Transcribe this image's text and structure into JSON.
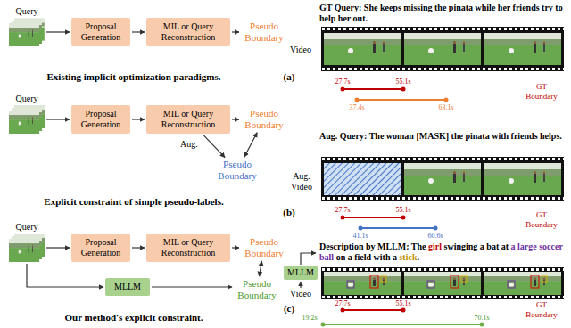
{
  "diagram": {
    "nodes": [
      {
        "text": [
          "Query"
        ]
      },
      {
        "text": [
          "Proposal Generation"
        ]
      },
      {
        "text": [
          "MIL or Query Reconstruction"
        ]
      },
      {
        "text": [
          "Pseudo Boundary"
        ]
      },
      {
        "text": [
          "Query"
        ]
      },
      {
        "text": [
          "Proposal Generation"
        ]
      },
      {
        "text": [
          "MIL or Query Reconstruction"
        ]
      },
      {
        "text": [
          "Pseudo Boundary"
        ]
      },
      {
        "text": [
          "Pseudo Boundary"
        ]
      },
      {
        "text": [
          "Query"
        ]
      },
      {
        "text": [
          "Proposal Generation"
        ]
      },
      {
        "text": [
          "MIL or Query Reconstruction"
        ]
      },
      {
        "text": [
          "Pseudo Boundary"
        ]
      },
      {
        "text": [
          "MLLM"
        ]
      },
      {
        "text": [
          "Pseudo Boundary"
        ]
      },
      {
        "text": [
          "MLLM"
        ]
      }
    ],
    "edges": [
      {
        "from": 0,
        "to": 1,
        "arrow": "to"
      },
      {
        "from": 1,
        "to": 2,
        "arrow": "to"
      },
      {
        "from": 2,
        "to": 3,
        "arrow": "to"
      },
      {
        "from": 4,
        "to": 5,
        "arrow": "to"
      },
      {
        "from": 5,
        "to": 6,
        "arrow": "to"
      },
      {
        "from": 6,
        "to": 7,
        "arrow": "to"
      },
      {
        "from": 6,
        "to": 8,
        "label": "Aug.",
        "arrow": "to"
      },
      {
        "from": 7,
        "to": 8,
        "arrow": "both"
      },
      {
        "from": 9,
        "to": 10,
        "arrow": "to"
      },
      {
        "from": 10,
        "to": 11,
        "arrow": "to"
      },
      {
        "from": 11,
        "to": 12,
        "arrow": "to"
      },
      {
        "from": 9,
        "to": 13,
        "arrow": "to"
      },
      {
        "from": 13,
        "to": 14,
        "arrow": "to"
      },
      {
        "from": 14,
        "to": 12,
        "arrow": "both"
      }
    ],
    "labels": [
      "Existing implicit optimization paradigms.",
      "(a)",
      "Explicit constraint of simple pseudo-labels.",
      "(b)",
      "Our method's explicit constraint.",
      "(c)",
      "GT Query: She keeps missing the pinata while her friends try to help her out.",
      "Video",
      "27.7s",
      "55.1s",
      "37.4s",
      "63.1s",
      "GT Boundary",
      "Aug. Query: The woman [MASK] the pinata with friends helps.",
      "Aug. Video",
      "27.7s",
      "55.1s",
      "41.1s",
      "60.6s",
      "GT Boundary",
      "Description by MLLM: The",
      "girl",
      "swinging a bat at",
      "a large soccer ball",
      "on a field with a",
      "stick",
      ".",
      "Video",
      "27.7s",
      "55.1s",
      "19.2s",
      "70.1s",
      "GT Boundary"
    ]
  }
}
